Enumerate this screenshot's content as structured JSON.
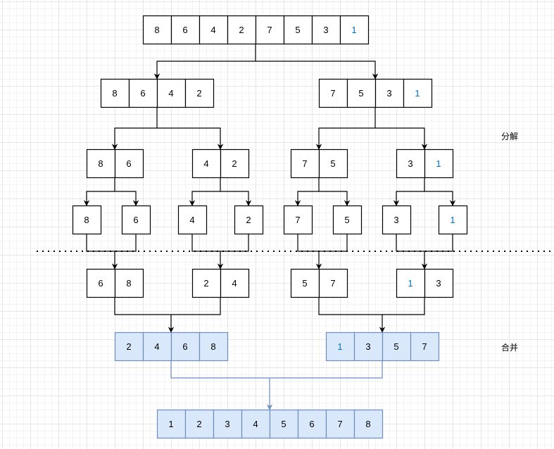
{
  "labels": {
    "split": "分解",
    "merge": "合并"
  },
  "colors": {
    "stroke": "#000000",
    "merged_fill": "#dae8fc",
    "merged_stroke": "#6c8ebf",
    "highlight_digit": "#0070c0",
    "digit": "#000000"
  },
  "rows": [
    {
      "stage": "split",
      "groups": [
        [
          8,
          6,
          4,
          2,
          7,
          5,
          3,
          1
        ]
      ]
    },
    {
      "stage": "split",
      "groups": [
        [
          8,
          6,
          4,
          2
        ],
        [
          7,
          5,
          3,
          1
        ]
      ]
    },
    {
      "stage": "split",
      "groups": [
        [
          8,
          6
        ],
        [
          4,
          2
        ],
        [
          7,
          5
        ],
        [
          3,
          1
        ]
      ]
    },
    {
      "stage": "split",
      "groups": [
        [
          8
        ],
        [
          6
        ],
        [
          4
        ],
        [
          2
        ],
        [
          7
        ],
        [
          5
        ],
        [
          3
        ],
        [
          1
        ]
      ]
    },
    {
      "stage": "merge",
      "groups": [
        [
          6,
          8
        ],
        [
          2,
          4
        ],
        [
          5,
          7
        ],
        [
          1,
          3
        ]
      ]
    },
    {
      "stage": "merge",
      "groups": [
        [
          2,
          4,
          6,
          8
        ],
        [
          1,
          3,
          5,
          7
        ]
      ]
    },
    {
      "stage": "merge",
      "groups": [
        [
          1,
          2,
          3,
          4,
          5,
          6,
          7,
          8
        ]
      ]
    }
  ]
}
